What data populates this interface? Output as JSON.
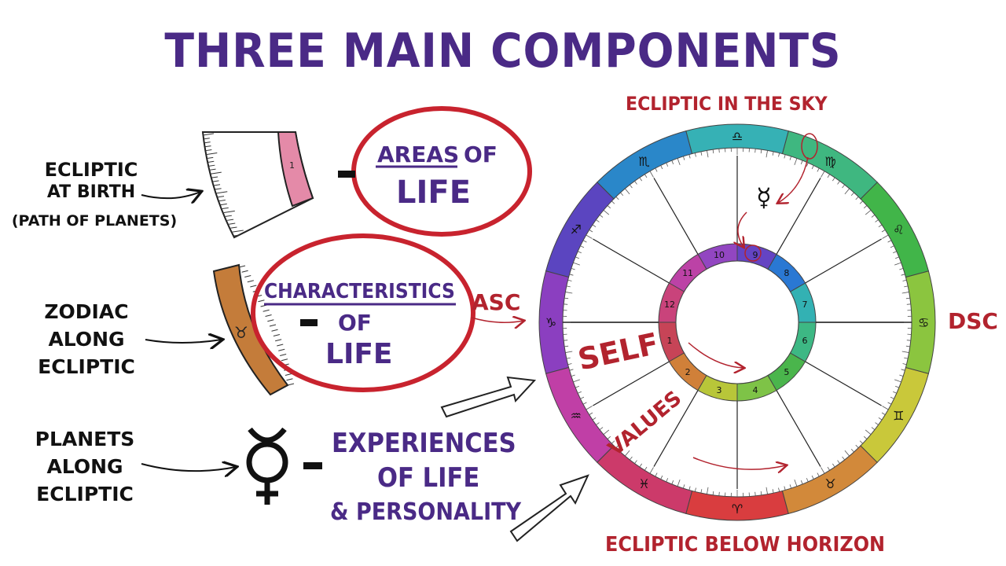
{
  "title": "THREE MAIN COMPONENTS",
  "left_labels": {
    "ecliptic_birth": [
      "ECLIPTIC",
      "AT BIRTH",
      "(PATH OF PLANETS)"
    ],
    "zodiac": [
      "ZODIAC",
      "ALONG",
      "ECLIPTIC"
    ],
    "planets": [
      "PLANETS",
      "ALONG",
      "ECLIPTIC"
    ]
  },
  "components": {
    "areas": {
      "a": "AREAS",
      "b": "OF",
      "c": "LIFE"
    },
    "characteristics": {
      "a": "CHARACTERISTICS",
      "b": "OF",
      "c": "LIFE"
    },
    "experiences": {
      "a": "EXPERIENCES",
      "b": "OF LIFE",
      "c": "& PERSONALITY"
    }
  },
  "house_strip_number": "1",
  "chart": {
    "top_label": "ECLIPTIC IN THE SKY",
    "bottom_label": "ECLIPTIC BELOW HORIZON",
    "asc": "ASC",
    "dsc": "DSC",
    "self": "SELF",
    "values": "VALUES",
    "planet_symbol": "☿",
    "zodiac": [
      "♈",
      "♉",
      "♊",
      "♋",
      "♌",
      "♍",
      "♎",
      "♏",
      "♐",
      "♑",
      "♒",
      "♓"
    ],
    "houses": [
      "1",
      "2",
      "3",
      "4",
      "5",
      "6",
      "7",
      "8",
      "9",
      "10",
      "11",
      "12"
    ],
    "zodiac_colors": [
      "#d93d3f",
      "#d2893a",
      "#c9c83a",
      "#8bc53f",
      "#41b549",
      "#3fb780",
      "#36b1b5",
      "#2a87c9",
      "#5b45c0",
      "#8b3fc0",
      "#c03fa6",
      "#cc3a6a"
    ],
    "house_colors": [
      "#c74457",
      "#d08039",
      "#b8c639",
      "#7ec347",
      "#4ab54c",
      "#3db884",
      "#33b1b3",
      "#2a78d3",
      "#6444c3",
      "#9246c1",
      "#bc42a6",
      "#c9437b"
    ]
  }
}
